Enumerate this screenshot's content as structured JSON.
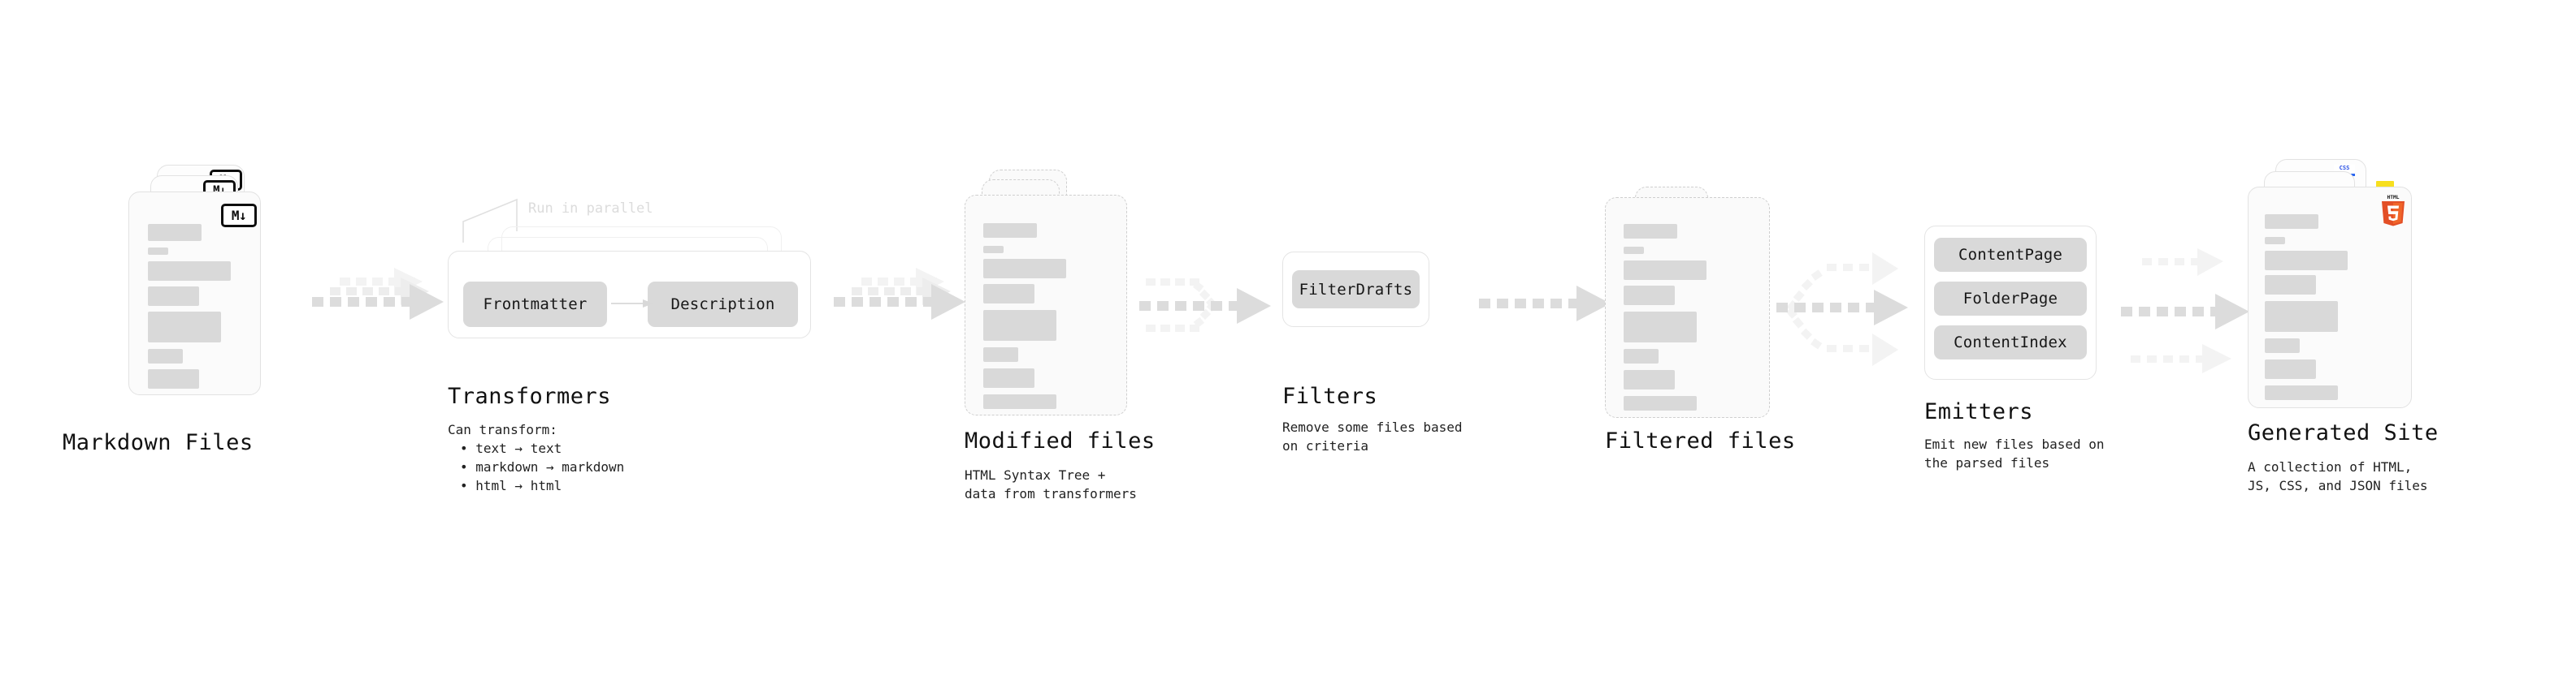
{
  "diagram": {
    "title_font_size": 27,
    "accent_colors": {
      "html5": "#e34f26",
      "js": "#f7df1e",
      "css": "#264de4",
      "skeleton": "#d9d9d9",
      "arrow": "#dcdcdc",
      "text": "#111111"
    }
  },
  "stages": [
    {
      "id": "markdown-files",
      "title": "Markdown Files",
      "subtitle": "",
      "badge": "markdown-badge",
      "badge_text": "M↓"
    },
    {
      "id": "transformers",
      "title": "Transformers",
      "subtitle": "Can transform:",
      "annotation": "Run in parallel",
      "pills": [
        "Frontmatter",
        "Description"
      ],
      "bullets": [
        "text → text",
        "markdown → markdown",
        "html → html"
      ]
    },
    {
      "id": "modified-files",
      "title": "Modified files",
      "subtitle": "HTML Syntax Tree +\ndata from transformers"
    },
    {
      "id": "filters",
      "title": "Filters",
      "subtitle": "Remove some files based\non criteria",
      "pills": [
        "FilterDrafts"
      ]
    },
    {
      "id": "filtered-files",
      "title": "Filtered files",
      "subtitle": ""
    },
    {
      "id": "emitters",
      "title": "Emitters",
      "subtitle": "Emit new files based on\nthe parsed files",
      "pills": [
        "ContentPage",
        "FolderPage",
        "ContentIndex"
      ]
    },
    {
      "id": "generated-site",
      "title": "Generated Site",
      "subtitle": "A collection of HTML,\nJS, CSS, and JSON files",
      "badges": [
        "html5-badge",
        "js-badge",
        "css-badge"
      ],
      "badge_texts": {
        "html5_top": "HTML",
        "html5_num": "5",
        "css": "CSS"
      }
    }
  ]
}
